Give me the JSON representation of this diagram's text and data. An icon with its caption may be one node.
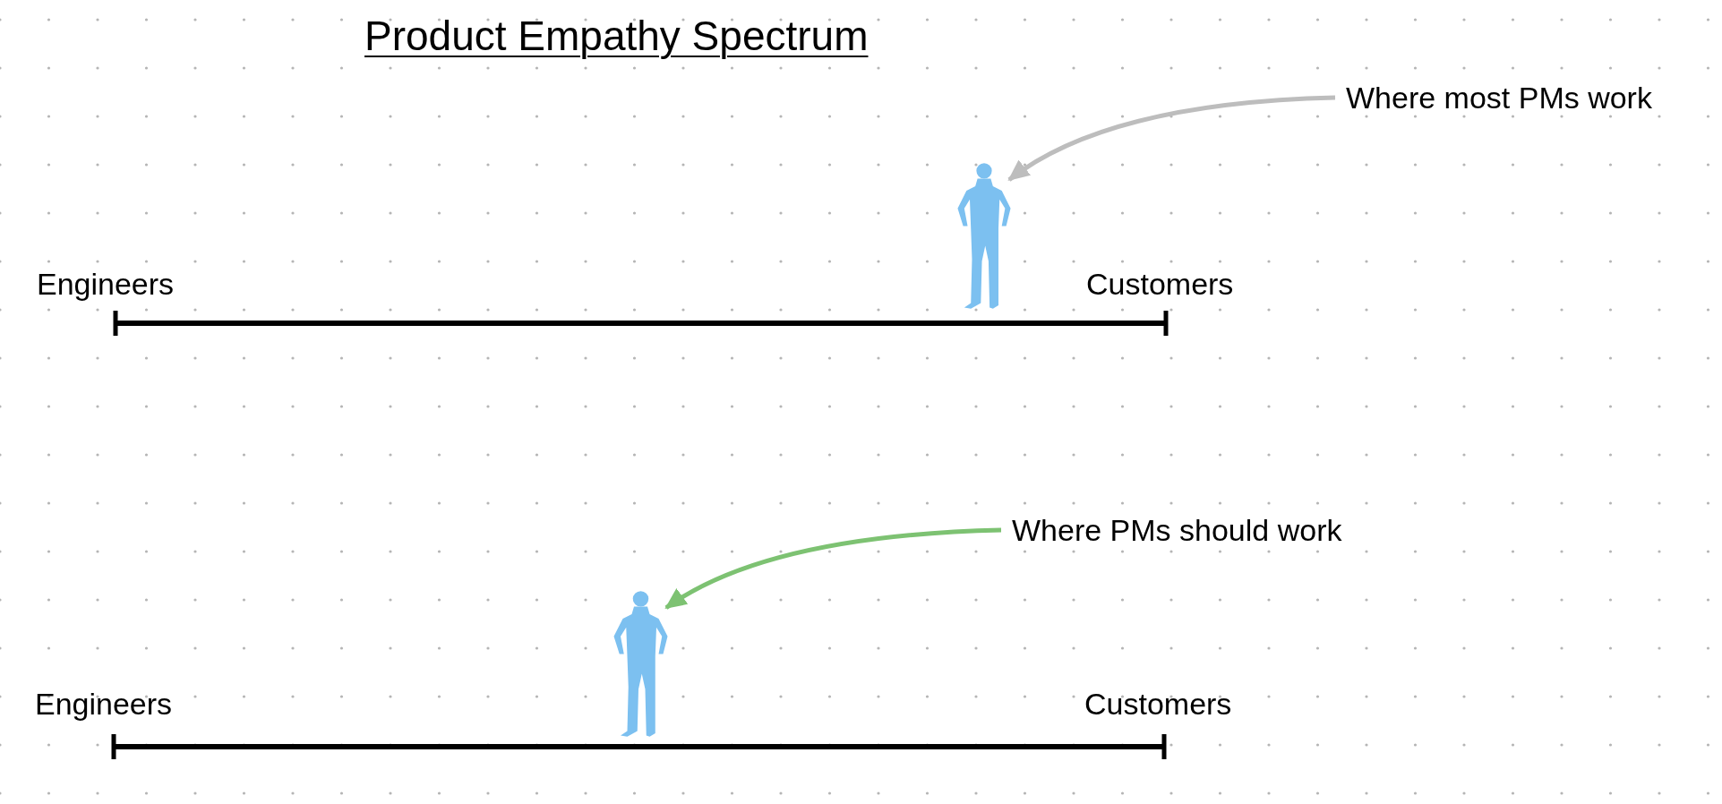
{
  "diagram": {
    "title": "Product Empathy Spectrum",
    "nodes": [
      {
        "text": [
          "Where most PMs work"
        ]
      },
      {
        "text": [],
        "shape": "person"
      },
      {
        "text": [
          "Where PMs should work"
        ]
      },
      {
        "text": [],
        "shape": "person"
      }
    ],
    "edges": [
      {
        "from": 0,
        "to": 1,
        "arrow": "to",
        "color": "#bdbdbd"
      },
      {
        "from": 2,
        "to": 3,
        "arrow": "to",
        "color": "#7dc272"
      }
    ],
    "labels": [
      "Engineers",
      "Customers",
      "Engineers",
      "Customers"
    ]
  }
}
